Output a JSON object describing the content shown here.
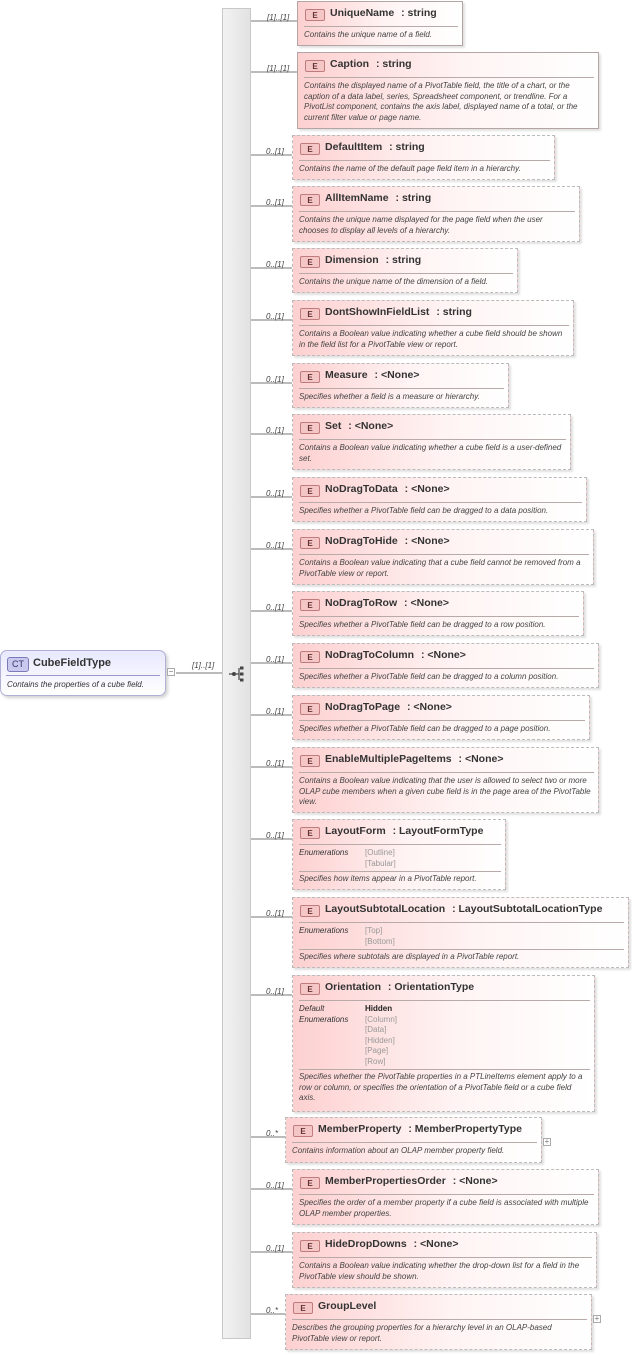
{
  "complex_type": {
    "badge": "CT",
    "name": "CubeFieldType",
    "doc": "Contains the properties of a cube field.",
    "collapse_symbol": "−",
    "sequence_multiplicity": "[1]..[1]",
    "sequence_icon": "sequence-compositor-icon"
  },
  "elements": [
    {
      "badge": "E",
      "name": "UniqueName",
      "type": "string",
      "mult": "[1]..[1]",
      "optional": false,
      "doc": "Contains the unique name of a field."
    },
    {
      "badge": "E",
      "name": "Caption",
      "type": "string",
      "mult": "[1]..[1]",
      "optional": false,
      "doc": "Contains the displayed name of a PivotTable field, the title of a chart, or the caption of a data label, series, Spreadsheet component, or trendline. For a PivotList component, contains the axis label, displayed name of a total, or the current filter value or page name."
    },
    {
      "badge": "E",
      "name": "DefaultItem",
      "type": "string",
      "mult": "0..[1]",
      "optional": true,
      "doc": "Contains the name of the default page field item in a hierarchy."
    },
    {
      "badge": "E",
      "name": "AllItemName",
      "type": "string",
      "mult": "0..[1]",
      "optional": true,
      "doc": "Contains the unique name displayed for the page field when the user chooses to display all levels of a hierarchy."
    },
    {
      "badge": "E",
      "name": "Dimension",
      "type": "string",
      "mult": "0..[1]",
      "optional": true,
      "doc": "Contains the unique name of the dimension of a field."
    },
    {
      "badge": "E",
      "name": "DontShowInFieldList",
      "type": "string",
      "mult": "0..[1]",
      "optional": true,
      "doc": "Contains a Boolean value indicating whether a cube field should be shown in the field list for a PivotTable view or report."
    },
    {
      "badge": "E",
      "name": "Measure",
      "type": "<None>",
      "mult": "0..[1]",
      "optional": true,
      "doc": "Specifies whether a field is a measure or hierarchy."
    },
    {
      "badge": "E",
      "name": "Set",
      "type": "<None>",
      "mult": "0..[1]",
      "optional": true,
      "doc": "Contains a Boolean value indicating whether a cube field is a user-defined set."
    },
    {
      "badge": "E",
      "name": "NoDragToData",
      "type": "<None>",
      "mult": "0..[1]",
      "optional": true,
      "doc": "Specifies whether a PivotTable field can be dragged to a data position."
    },
    {
      "badge": "E",
      "name": "NoDragToHide",
      "type": "<None>",
      "mult": "0..[1]",
      "optional": true,
      "doc": "Contains a Boolean value indicating that a cube field cannot be removed from a PivotTable view or report."
    },
    {
      "badge": "E",
      "name": "NoDragToRow",
      "type": "<None>",
      "mult": "0..[1]",
      "optional": true,
      "doc": "Specifies whether a PivotTable field can be dragged to a row position."
    },
    {
      "badge": "E",
      "name": "NoDragToColumn",
      "type": "<None>",
      "mult": "0..[1]",
      "optional": true,
      "doc": "Specifies whether a PivotTable field can be dragged to a column position."
    },
    {
      "badge": "E",
      "name": "NoDragToPage",
      "type": "<None>",
      "mult": "0..[1]",
      "optional": true,
      "doc": "Specifies whether a PivotTable field can be dragged to a page position."
    },
    {
      "badge": "E",
      "name": "EnableMultiplePageItems",
      "type": "<None>",
      "mult": "0..[1]",
      "optional": true,
      "doc": "Contains a Boolean value indicating that the user is allowed to select two or more OLAP cube members when a given cube field is in the page area of the PivotTable view."
    },
    {
      "badge": "E",
      "name": "LayoutForm",
      "type": "LayoutFormType",
      "mult": "0..[1]",
      "optional": true,
      "enum_label": "Enumerations",
      "enums": [
        "[Outline]",
        "[Tabular]"
      ],
      "doc": "Specifies how items appear in a PivotTable report."
    },
    {
      "badge": "E",
      "name": "LayoutSubtotalLocation",
      "type": "LayoutSubtotalLocationType",
      "mult": "0..[1]",
      "optional": true,
      "enum_label": "Enumerations",
      "enums": [
        "[Top]",
        "[Bottom]"
      ],
      "doc": "Specifies where subtotals are displayed in a PivotTable report."
    },
    {
      "badge": "E",
      "name": "Orientation",
      "type": "OrientationType",
      "mult": "0..[1]",
      "optional": true,
      "default_label": "Default",
      "default_value": "Hidden",
      "enum_label": "Enumerations",
      "enums": [
        "[Column]",
        "[Data]",
        "[Hidden]",
        "[Page]",
        "[Row]"
      ],
      "doc": "Specifies whether the PivotTable properties in a PTLineItems element apply to a row or column, or specifies the orientation of a PivotTable field or a cube field axis."
    },
    {
      "badge": "E",
      "name": "MemberProperty",
      "type": "MemberPropertyType",
      "mult": "0..*",
      "optional": true,
      "expand": "+",
      "doc": "Contains information about an OLAP member property field."
    },
    {
      "badge": "E",
      "name": "MemberPropertiesOrder",
      "type": "<None>",
      "mult": "0..[1]",
      "optional": true,
      "doc": "Specifies the order of a member property if a cube field is associated with multiple OLAP member properties."
    },
    {
      "badge": "E",
      "name": "HideDropDowns",
      "type": "<None>",
      "mult": "0..[1]",
      "optional": true,
      "doc": "Contains a Boolean value indicating whether the drop-down list for a field in the PivotTable view should be shown."
    },
    {
      "badge": "E",
      "name": "GroupLevel",
      "type": "",
      "mult": "0..*",
      "optional": true,
      "expand": "+",
      "doc": "Describes the grouping properties for a hierarchy level in an OLAP-based PivotTable view or report."
    }
  ]
}
